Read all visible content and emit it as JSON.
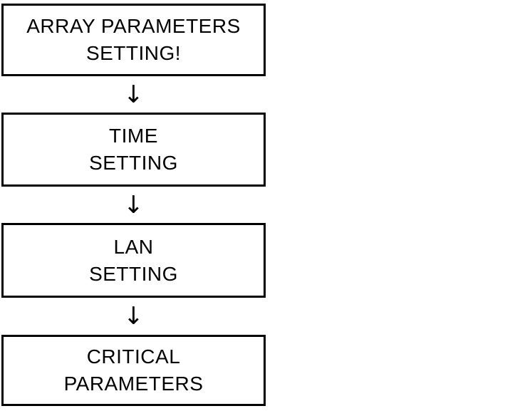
{
  "flowchart": {
    "title": "Setup sequence flowchart",
    "connector_glyph": "↓",
    "colors": {
      "border": "#000000",
      "text": "#000000",
      "background": "#ffffff"
    },
    "nodes": [
      {
        "id": "array-parameters-setting",
        "lines": [
          "ARRAY PARAMETERS",
          "SETTING!"
        ]
      },
      {
        "id": "time-setting",
        "lines": [
          "TIME",
          "SETTING"
        ]
      },
      {
        "id": "lan-setting",
        "lines": [
          "LAN",
          "SETTING"
        ]
      },
      {
        "id": "critical-parameters",
        "lines": [
          "CRITICAL",
          "PARAMETERS"
        ]
      }
    ]
  }
}
